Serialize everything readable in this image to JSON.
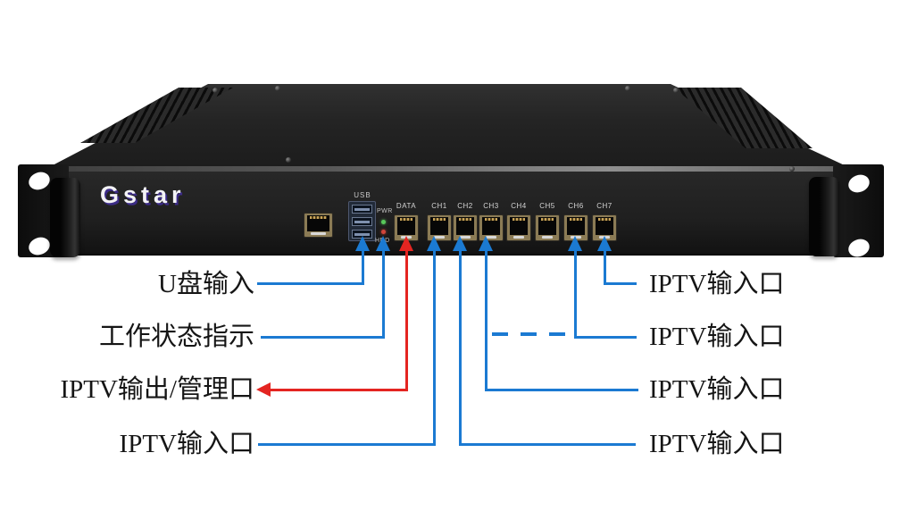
{
  "colors": {
    "background": "#ffffff",
    "annotation_blue": "#1b7ad2",
    "annotation_red": "#e42521",
    "port_bezel_tan": "#8b7b55",
    "logo_white": "#f3f3f6",
    "logo_shadow_purple": "#3c2c87",
    "chassis_dark": "#1f1f1f"
  },
  "device": {
    "brand_logo": "Gstar",
    "usb_label": "USB",
    "led_top_label": "PWR",
    "led_bottom_label": "HDD",
    "port_labels": [
      "DATA",
      "CH1",
      "CH2",
      "CH3",
      "CH4",
      "CH5",
      "CH6",
      "CH7"
    ]
  },
  "callouts": {
    "left": [
      {
        "label": "U盘输入",
        "color": "blue",
        "target": "usb-ports"
      },
      {
        "label": "工作状态指示",
        "color": "blue",
        "target": "status-leds"
      },
      {
        "label": "IPTV输出/管理口",
        "color": "red",
        "target": "data-port"
      },
      {
        "label": "IPTV输入口",
        "color": "blue",
        "target": "ch1-port"
      }
    ],
    "right": [
      {
        "label": "IPTV输入口",
        "color": "blue",
        "target": "ch7-port"
      },
      {
        "label": "IPTV输入口",
        "color": "blue",
        "target": "ch6-port"
      },
      {
        "label": "IPTV输入口",
        "color": "blue",
        "target": "ch3-port"
      },
      {
        "label": "IPTV输入口",
        "color": "blue",
        "target": "ch2-port"
      }
    ],
    "ellipsis_dashes": "- - -"
  }
}
